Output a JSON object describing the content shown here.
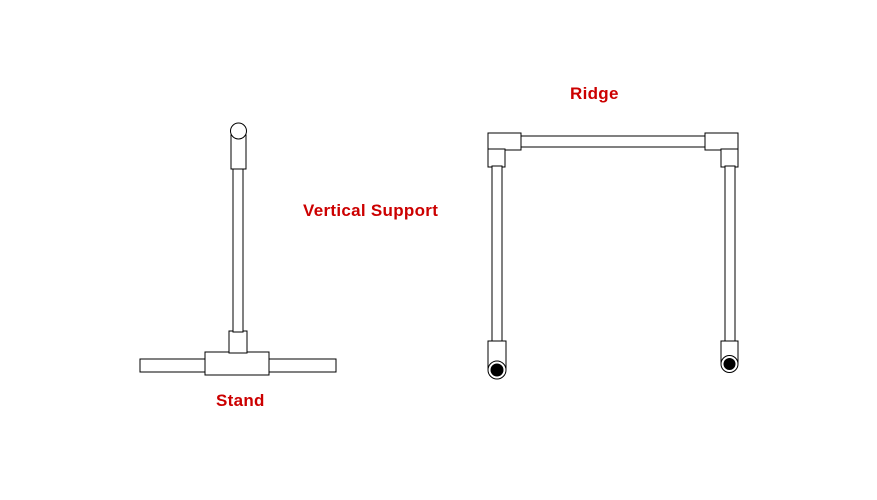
{
  "labels": {
    "ridge": "Ridge",
    "vertical_support": "Vertical Support",
    "stand": "Stand"
  },
  "colors": {
    "label_text": "#cc0000",
    "pipe_stroke": "#000000",
    "pipe_fill": "#ffffff",
    "background": "#ffffff"
  }
}
